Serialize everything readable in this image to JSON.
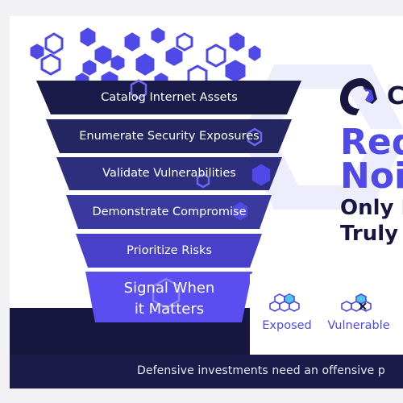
{
  "funnel": {
    "tiers": [
      {
        "label": "Catalog Internet Assets",
        "color": "#1b1b4a"
      },
      {
        "label": "Enumerate Security Exposures",
        "color": "#232661"
      },
      {
        "label": "Validate Vulnerabilities",
        "color": "#2d2f7e"
      },
      {
        "label": "Demonstrate Compromise",
        "color": "#3a3a9e"
      },
      {
        "label": "Prioritize Risks",
        "color": "#4840c9"
      }
    ],
    "final_tier": {
      "line1": "Signal When",
      "line2": "it Matters",
      "color": "#5b4ef0"
    }
  },
  "brand": {
    "name_fragment": "C"
  },
  "headline": {
    "line1": "Red",
    "line2": "Nois",
    "sub_line1": "Only F",
    "sub_line2": "Truly I"
  },
  "categories": [
    {
      "label": "Exposed",
      "icon": "exposed-hexagons-icon"
    },
    {
      "label": "Vulnerable",
      "icon": "vulnerable-hexagons-icon"
    }
  ],
  "tagline": "Defensive investments need an offensive p",
  "colors": {
    "navy": "#16163f",
    "accent": "#4f49e8",
    "hexagon": "#4f49e8"
  }
}
